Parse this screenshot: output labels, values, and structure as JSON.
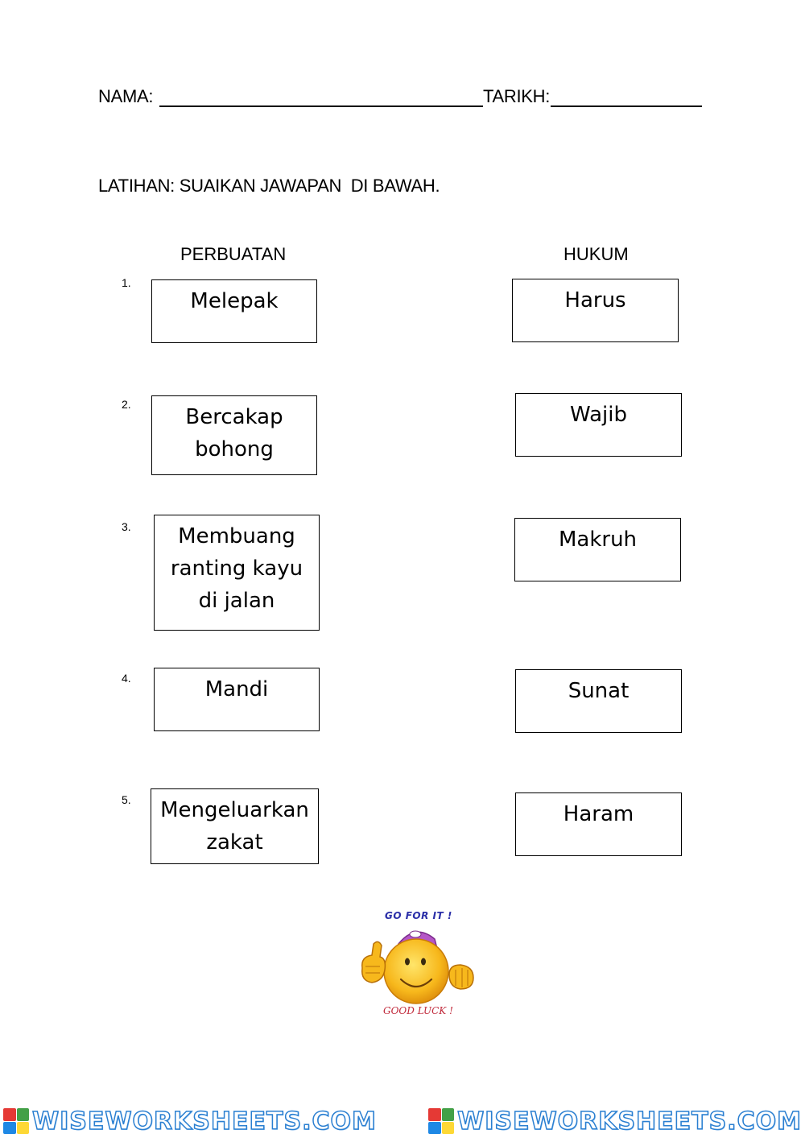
{
  "header": {
    "name_label": "NAMA:",
    "date_label": "TARIKH:",
    "instruction": "LATIHAN: SUAIKAN JAWAPAN  DI BAWAH."
  },
  "columns": {
    "left": "PERBUATAN",
    "right": "HUKUM"
  },
  "left_items": [
    {
      "num": "1.",
      "text": "Melepak"
    },
    {
      "num": "2.",
      "text": "Bercakap\nbohong"
    },
    {
      "num": "3.",
      "text": "Membuang\nranting kayu\ndi jalan"
    },
    {
      "num": "4.",
      "text": "Mandi"
    },
    {
      "num": "5.",
      "text": "Mengeluarkan\nzakat"
    }
  ],
  "right_items": [
    "Harus",
    "Wajib",
    "Makruh",
    "Sunat",
    "Haram"
  ],
  "sticker": {
    "top_text": "GO FOR IT !",
    "bottom_text": "GOOD LUCK !"
  },
  "footer": {
    "brand": "WISEWORKSHEETS.COM",
    "brand_color": "#2a7fd1"
  }
}
